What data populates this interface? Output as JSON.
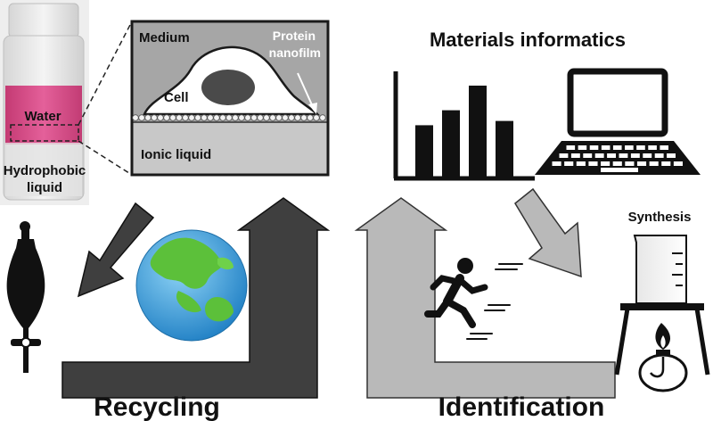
{
  "photo": {
    "water_label": "Water",
    "hydrophobic_label_line1": "Hydrophobic",
    "hydrophobic_label_line2": "liquid"
  },
  "cell_panel": {
    "medium_label": "Medium",
    "protein_label_line1": "Protein",
    "protein_label_line2": "nanofilm",
    "cell_label": "Cell",
    "ionic_liquid_label": "Ionic liquid"
  },
  "informatics": {
    "title": "Materials informatics",
    "bar_values": [
      0.48,
      0.62,
      0.85,
      0.52
    ]
  },
  "synthesis": {
    "label": "Synthesis"
  },
  "bottom_labels": {
    "recycling": "Recycling",
    "identification": "Identification"
  },
  "colors": {
    "water_pink": "#d8487f",
    "dark_arrow": "#3f3f3f",
    "light_arrow": "#b9b9b9",
    "panel_gray": "#a8a8a8",
    "ionic_gray": "#c8c8c8",
    "ocean_blue": "#3aa0dd",
    "land_green": "#5cc03a"
  },
  "icons": [
    "separatory-funnel-icon",
    "globe-icon",
    "bar-chart-icon",
    "laptop-icon",
    "running-person-icon",
    "beaker-icon",
    "burner-icon"
  ]
}
